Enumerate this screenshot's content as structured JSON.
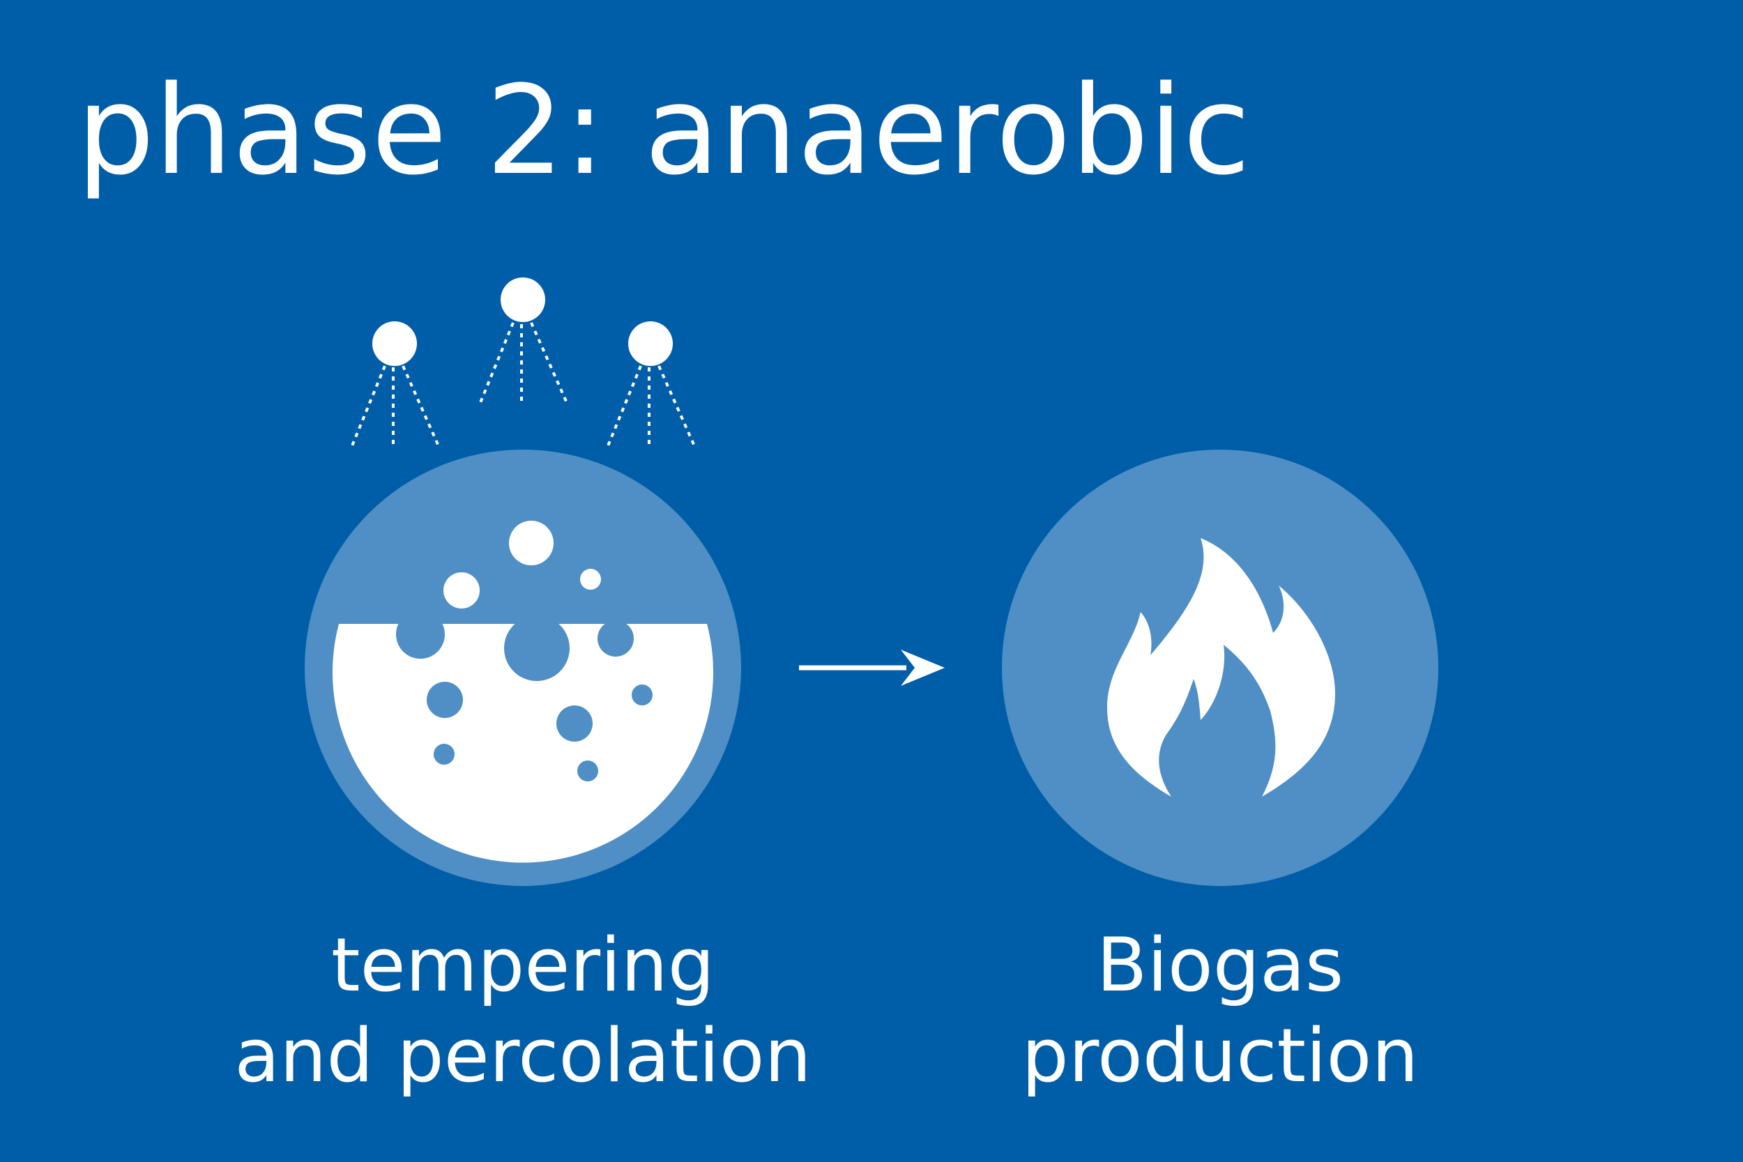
{
  "title": "phase 2: anaerobic",
  "steps": [
    {
      "icon": "percolation-tank-icon",
      "label_line1": "tempering",
      "label_line2": "and percolation"
    },
    {
      "icon": "flame-icon",
      "label_line1": "Biogas",
      "label_line2": "production"
    }
  ],
  "colors": {
    "background": "#005ea8",
    "circle": "#4f8fc6",
    "foreground": "#ffffff"
  }
}
